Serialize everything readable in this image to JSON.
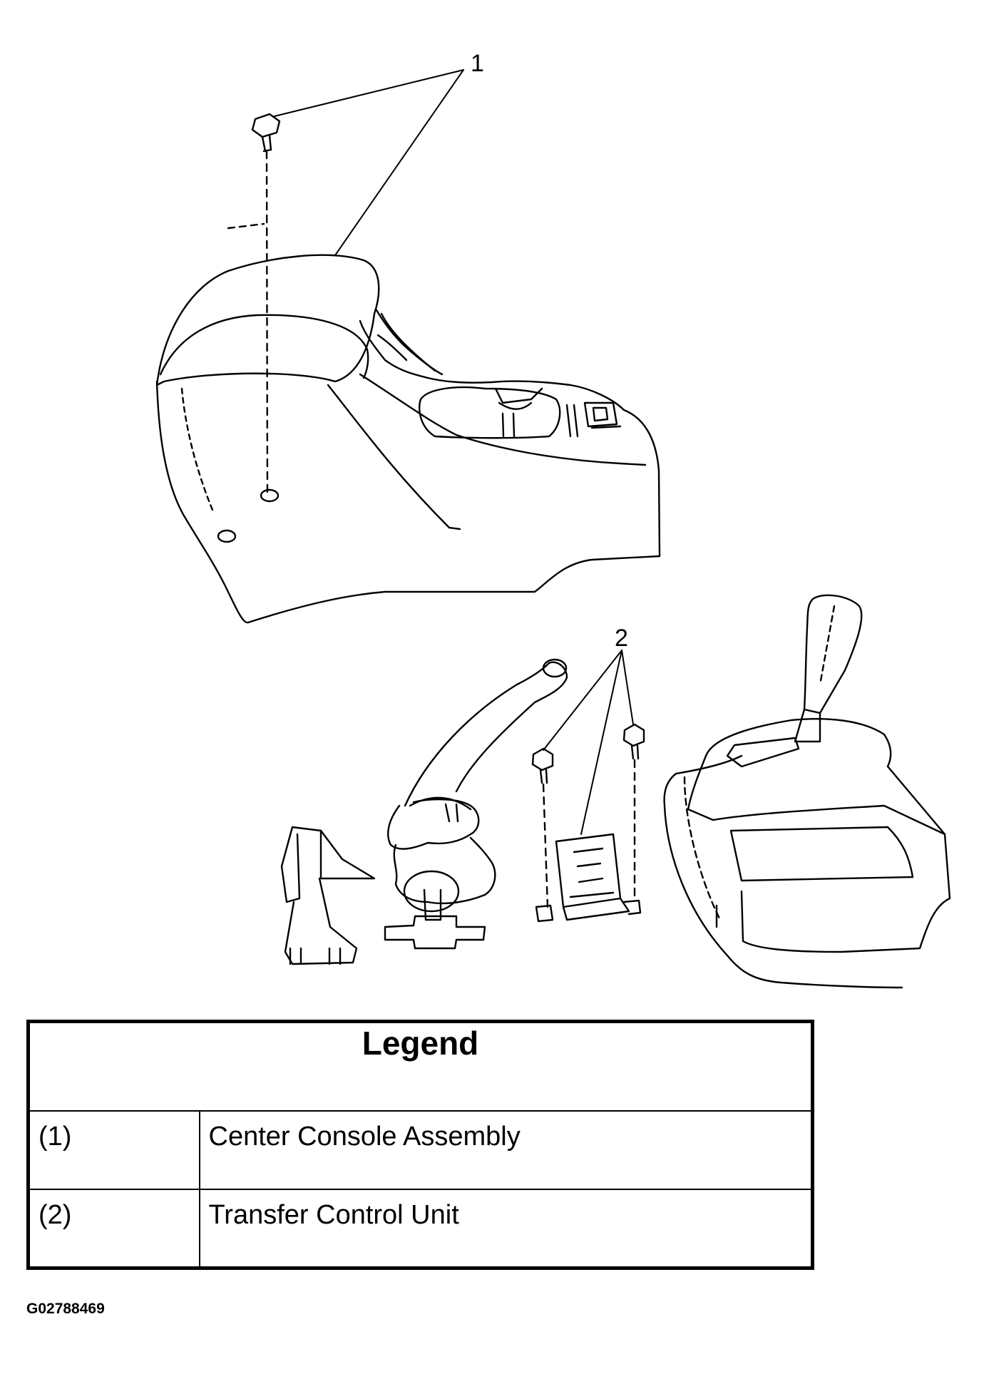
{
  "callouts": [
    "1",
    "2"
  ],
  "legend": {
    "title": "Legend",
    "rows": [
      {
        "num": "(1)",
        "label": "Center Console Assembly"
      },
      {
        "num": "(2)",
        "label": "Transfer Control Unit"
      }
    ]
  },
  "figure_id": "G02788469"
}
